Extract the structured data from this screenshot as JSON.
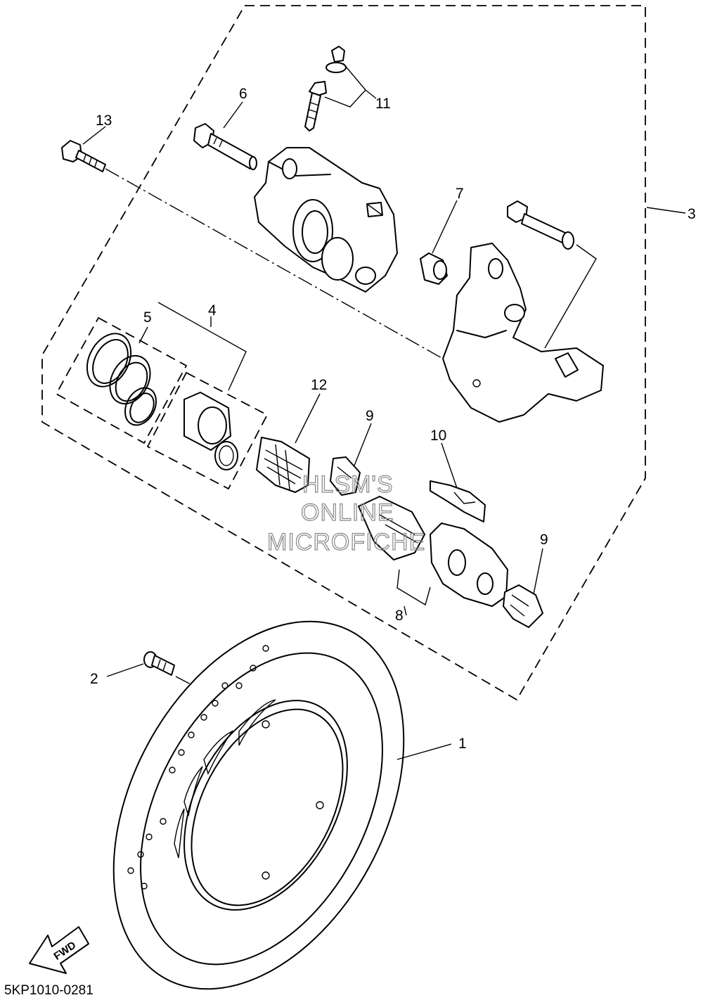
{
  "callouts": {
    "c1": "1",
    "c2": "2",
    "c3": "3",
    "c4": "4",
    "c5": "5",
    "c6": "6",
    "c7": "7",
    "c8": "8",
    "c9a": "9",
    "c9b": "9",
    "c10": "10",
    "c11": "11",
    "c12": "12",
    "c13": "13"
  },
  "watermark": {
    "line1": "HLSM'S",
    "line2": "ONLINE",
    "line3": "MICROFICHE"
  },
  "fwd_label": "FWD",
  "diagram_code": "5KP1010-0281"
}
